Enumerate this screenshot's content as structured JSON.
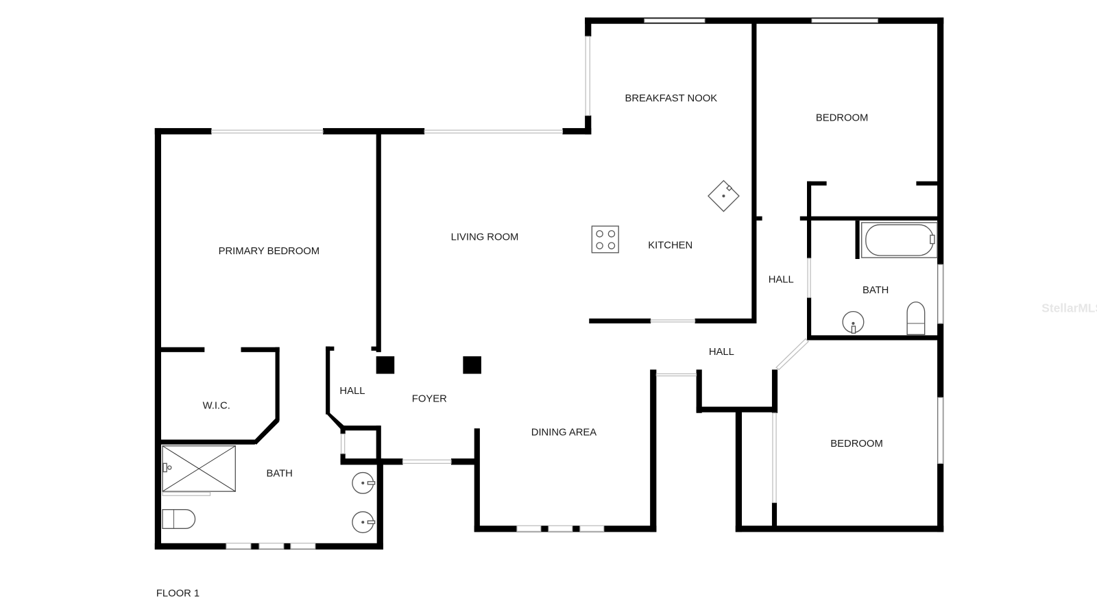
{
  "plan": {
    "floor_label": "FLOOR 1",
    "watermark": "StellarMLS",
    "rooms": {
      "breakfast_nook": "BREAKFAST NOOK",
      "bedroom_upper": "BEDROOM",
      "primary_bedroom": "PRIMARY BEDROOM",
      "living_room": "LIVING ROOM",
      "kitchen": "KITCHEN",
      "hall_right": "HALL",
      "bath_right": "BATH",
      "hall_center": "HALL",
      "wic": "W.I.C.",
      "hall_left": "HALL",
      "foyer": "FOYER",
      "dining_area": "DINING AREA",
      "bedroom_lower": "BEDROOM",
      "bath_primary": "BATH"
    },
    "colors": {
      "wall": "#000000",
      "window": "#bbbbbb",
      "fixture": "#555555"
    }
  }
}
